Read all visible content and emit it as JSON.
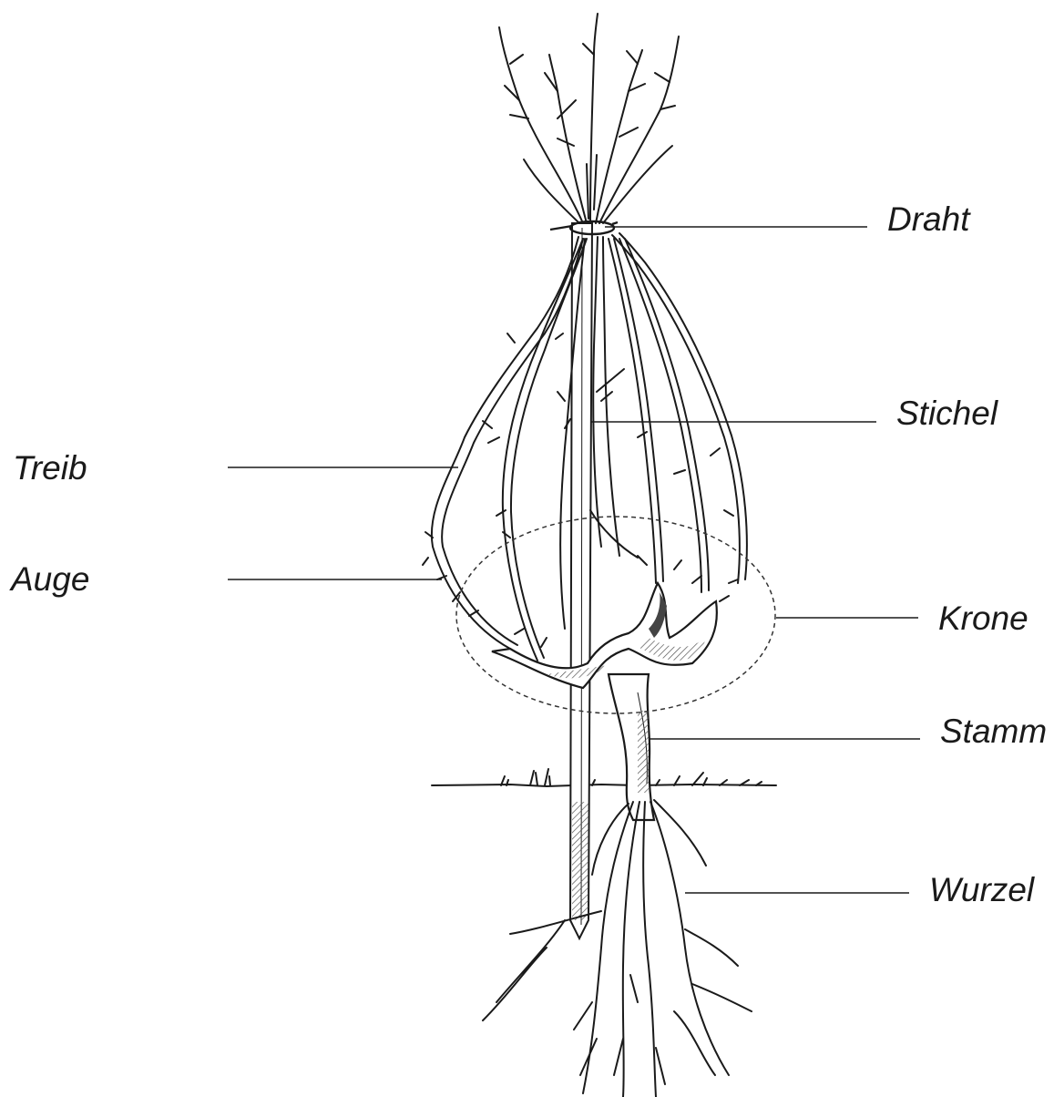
{
  "labels": {
    "draht": "Draht",
    "stichel": "Stichel",
    "treib": "Treib",
    "auge": "Auge",
    "krone": "Krone",
    "stamm": "Stamm",
    "wurzel": "Wurzel"
  },
  "colors": {
    "ink": "#1a1a1a",
    "shade": "#6b6b6b",
    "background": "#ffffff"
  }
}
